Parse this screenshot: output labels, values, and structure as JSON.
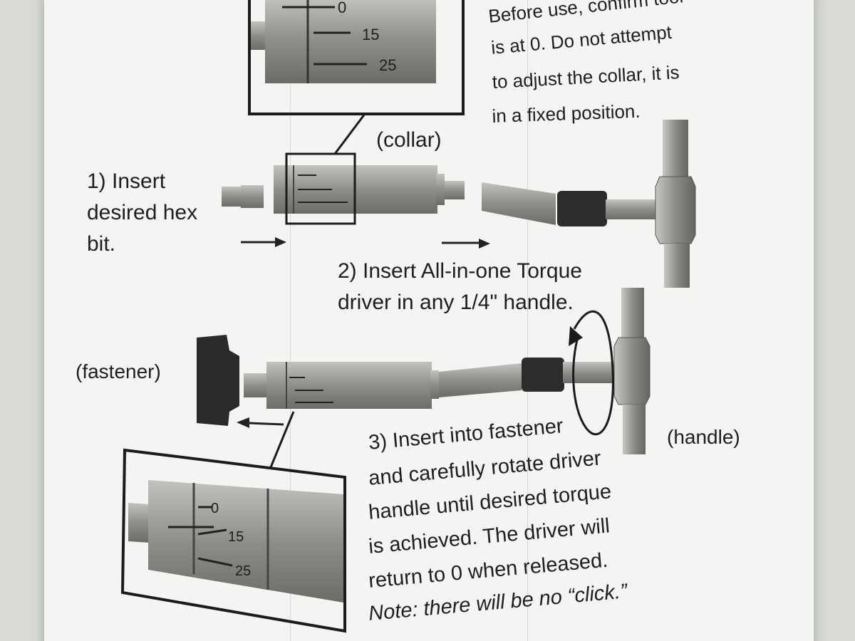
{
  "instructions": {
    "before_use": [
      "Before use, confirm tool",
      "is at 0.  Do not attempt",
      "to adjust the collar, it is",
      "in a fixed position."
    ],
    "collar_label": "(collar)",
    "step1": [
      "1) Insert",
      "desired hex",
      "bit."
    ],
    "step2": [
      "2) Insert All-in-one Torque",
      "driver in any 1/4\" handle."
    ],
    "fastener_label": "(fastener)",
    "handle_label": "(handle)",
    "step3": [
      "3) Insert into fastener",
      "and carefully rotate driver",
      "handle until desired torque",
      "is achieved. The driver will",
      "return to 0 when released.",
      "Note: there will be no “click.”"
    ]
  },
  "scale_top": [
    "0",
    "15",
    "25"
  ],
  "scale_bottom": [
    "0",
    "15",
    "25"
  ],
  "colors": {
    "paper": "#f3f5f2",
    "background": "#d9dcd6",
    "ink": "#1d1d22",
    "metal": "#9a9994",
    "grip": "#2b2d2c"
  }
}
